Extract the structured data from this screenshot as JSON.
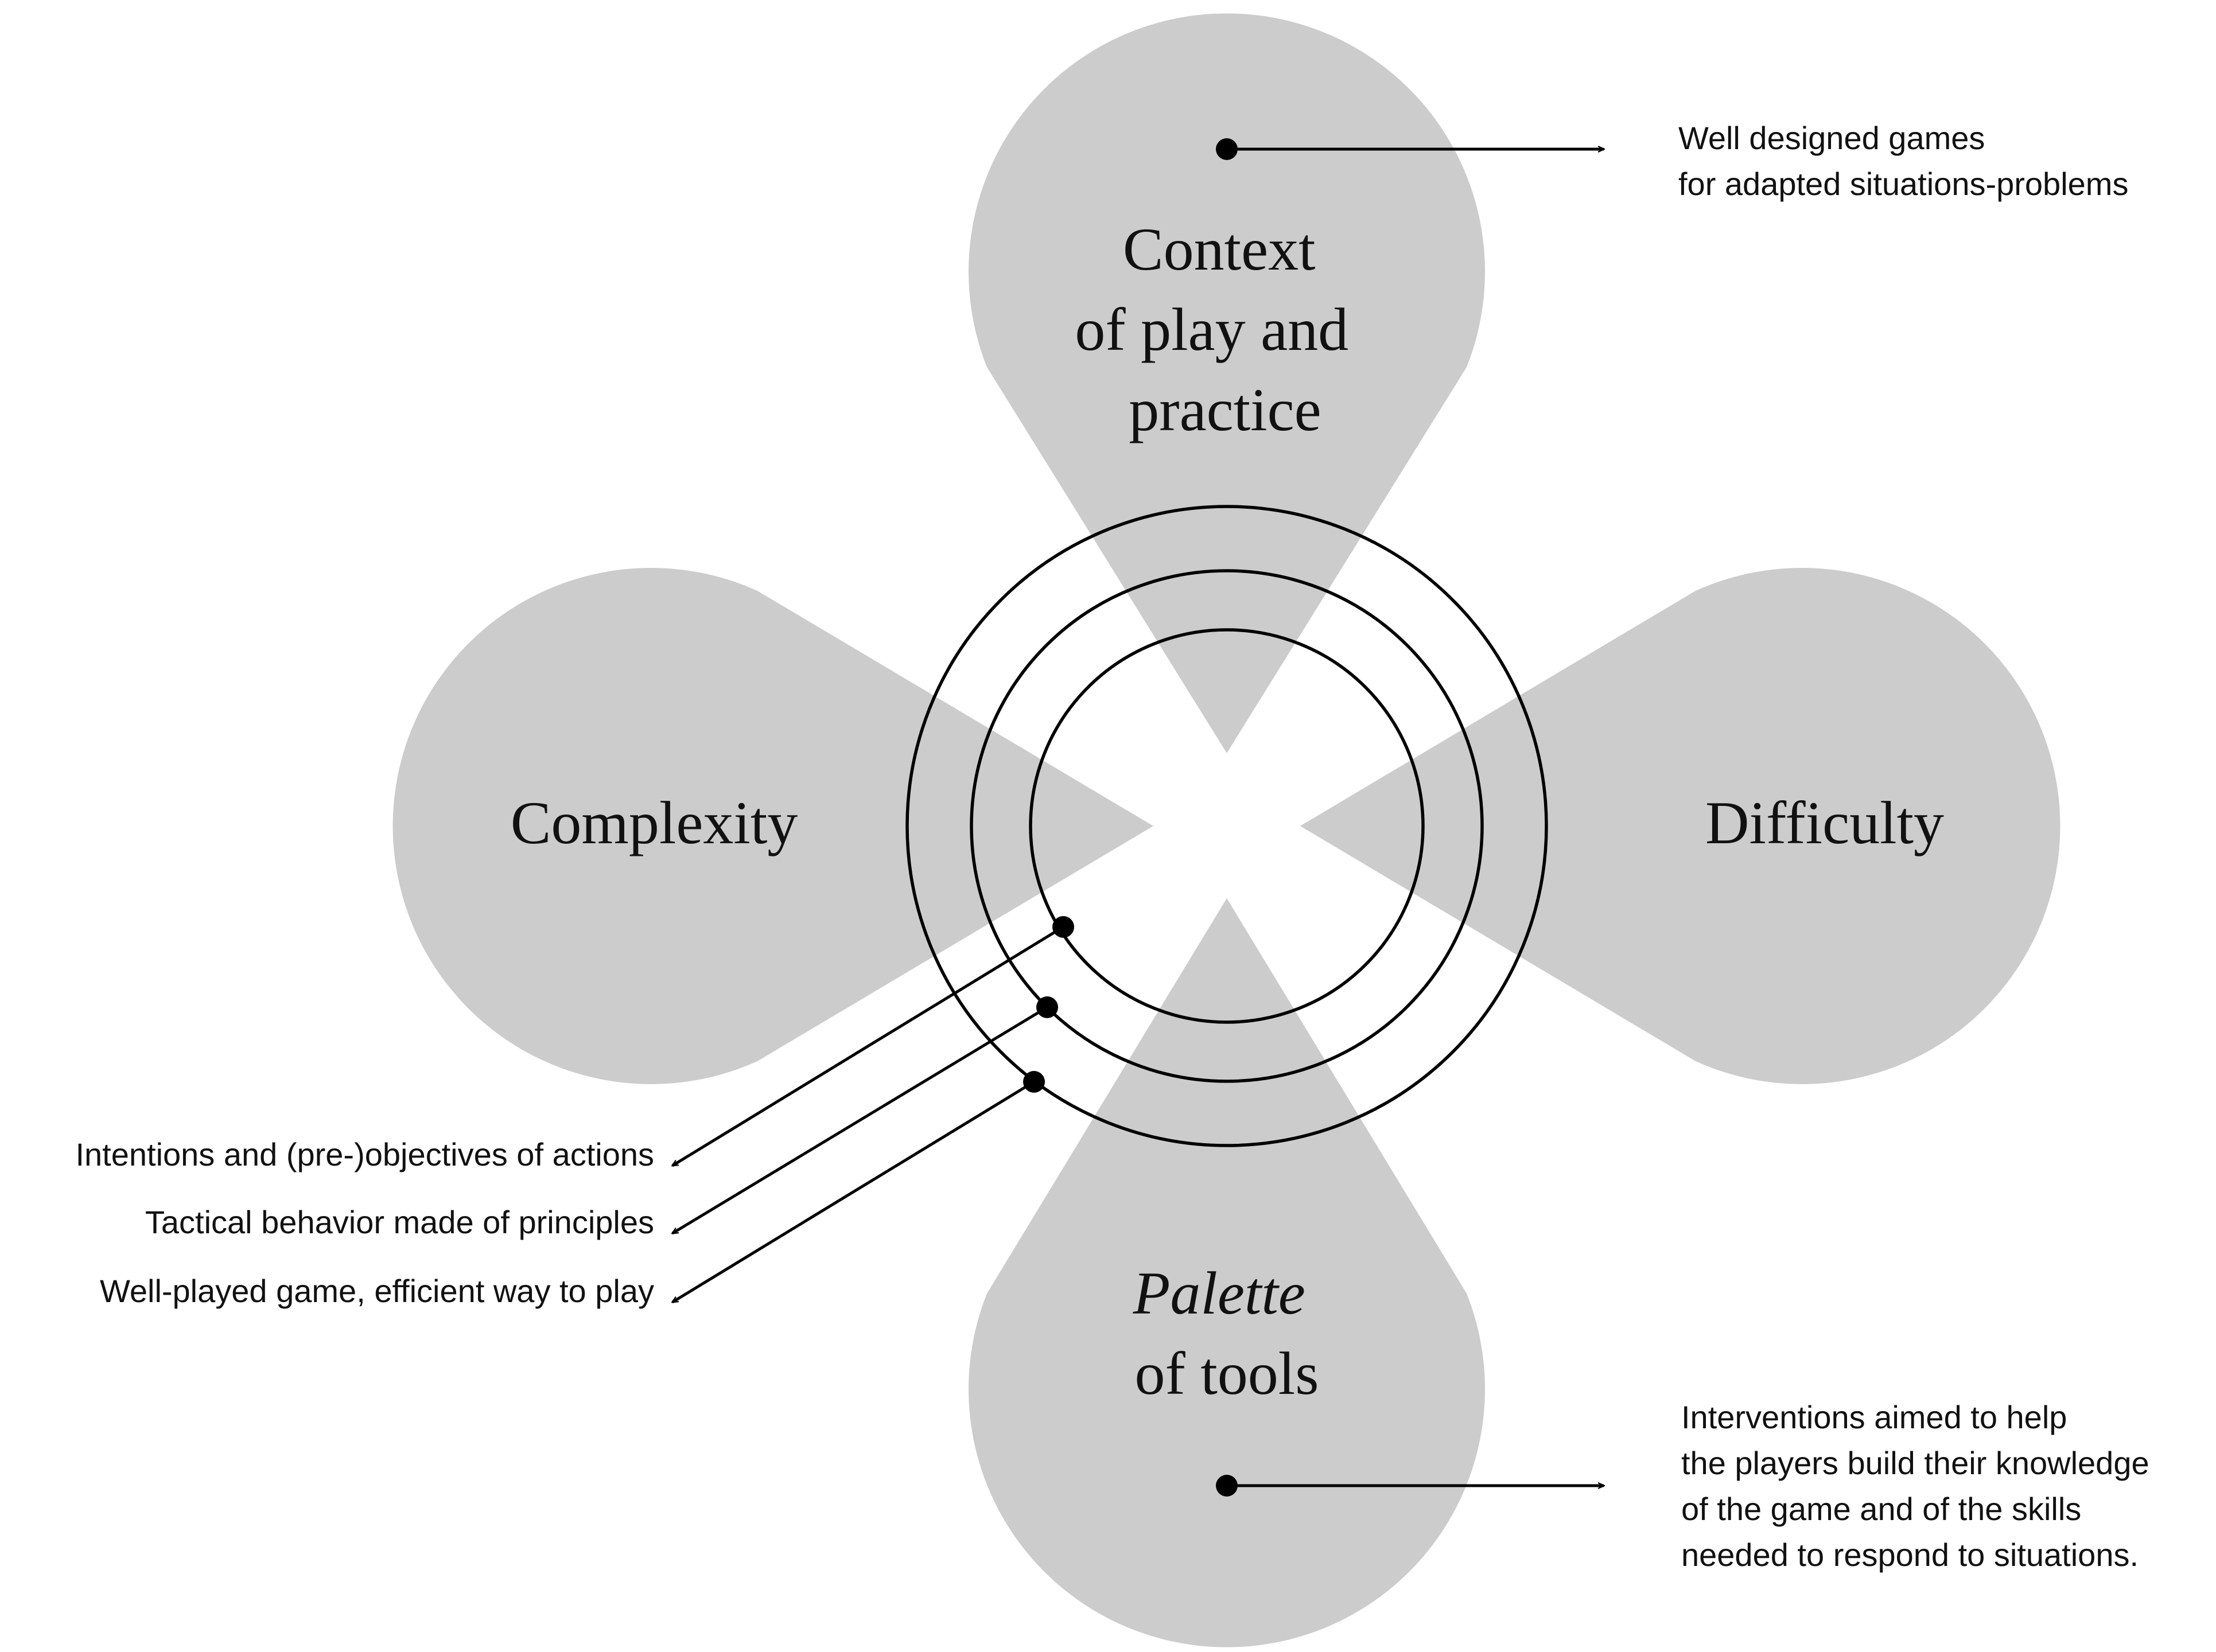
{
  "diagram": {
    "petals": {
      "top": {
        "lines": [
          "Context",
          "of play and",
          "practice"
        ]
      },
      "left": {
        "label": "Complexity"
      },
      "right": {
        "label": "Difficulty"
      },
      "bottom": {
        "lines": [
          "Palette",
          "of tools"
        ]
      }
    },
    "callouts": {
      "top_right": [
        "Well designed games",
        "for adapted situations-problems"
      ],
      "bottom_right": [
        "Interventions aimed to help",
        "the players build their knowledge",
        "of the game and of the skills",
        "needed to respond to situations."
      ]
    },
    "ring_labels": [
      "Intentions and (pre-)objectives of actions",
      "Tactical behavior made of principles",
      "Well-played game, efficient way to play"
    ]
  }
}
